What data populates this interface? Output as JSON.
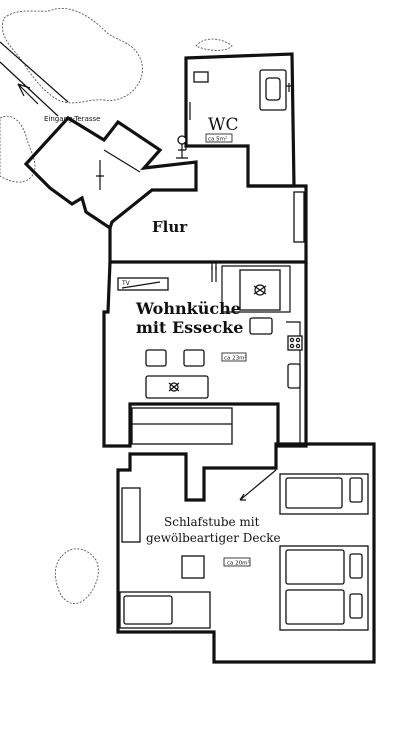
{
  "rooms": {
    "wc": {
      "name": "WC",
      "area": "ca 5m²"
    },
    "flur": {
      "name": "Flur"
    },
    "wohnkueche": {
      "name_line1": "Wohnküche",
      "name_line2": "mit Essecke",
      "area": "ca 23m²"
    },
    "schlafstube": {
      "name_line1": "Schlafstube mit",
      "name_line2": "gewölbeartiger Decke",
      "area": "ca 20m²"
    }
  },
  "entrance": {
    "label": "Eingang-Terasse"
  },
  "furniture": {
    "tv_label": "TV"
  }
}
